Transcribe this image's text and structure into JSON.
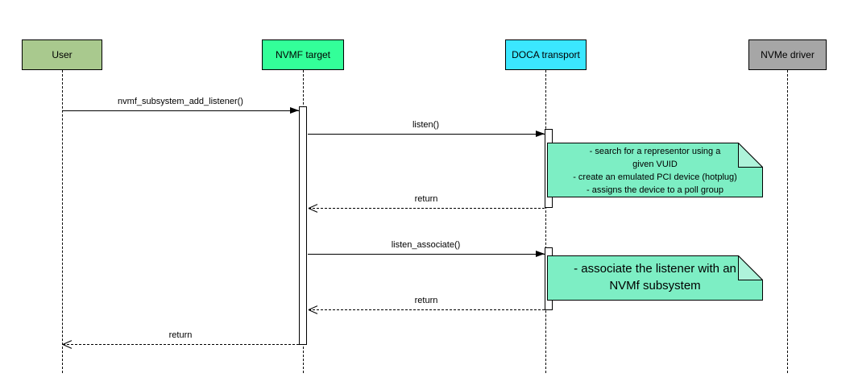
{
  "diagram_type": "uml-sequence",
  "colors": {
    "background": "#ffffff",
    "line": "#000000",
    "activation_fill": "#ffffff"
  },
  "actors": [
    {
      "label": "User",
      "fill": "#a9c98e"
    },
    {
      "label": "NVMF target",
      "fill": "#33ff99"
    },
    {
      "label": "DOCA transport",
      "fill": "#3be7ff"
    },
    {
      "label": "NVMe driver",
      "fill": "#a6a6a6"
    }
  ],
  "messages": [
    {
      "label": "nvmf_subsystem_add_listener()",
      "type": "solid-call",
      "from": "User",
      "to": "NVMF target"
    },
    {
      "label": "listen()",
      "type": "solid-call",
      "from": "NVMF target",
      "to": "DOCA transport"
    },
    {
      "label": "return",
      "type": "dashed-return",
      "from": "DOCA transport",
      "to": "NVMF target"
    },
    {
      "label": "listen_associate()",
      "type": "solid-call",
      "from": "NVMF target",
      "to": "DOCA transport"
    },
    {
      "label": "return",
      "type": "dashed-return",
      "from": "DOCA transport",
      "to": "NVMF target"
    },
    {
      "label": "return",
      "type": "dashed-return",
      "from": "NVMF target",
      "to": "User"
    }
  ],
  "notes": [
    {
      "fill": "#7deec4",
      "fold_fill": "#aef3da",
      "lines": [
        "- search for a representor using a",
        "given VUID",
        "- create an emulated PCI device (hotplug)",
        "- assigns the device to a poll group"
      ]
    },
    {
      "fill": "#7deec4",
      "fold_fill": "#aef3da",
      "lines": [
        "- associate the listener with an",
        "NVMf subsystem"
      ]
    }
  ]
}
